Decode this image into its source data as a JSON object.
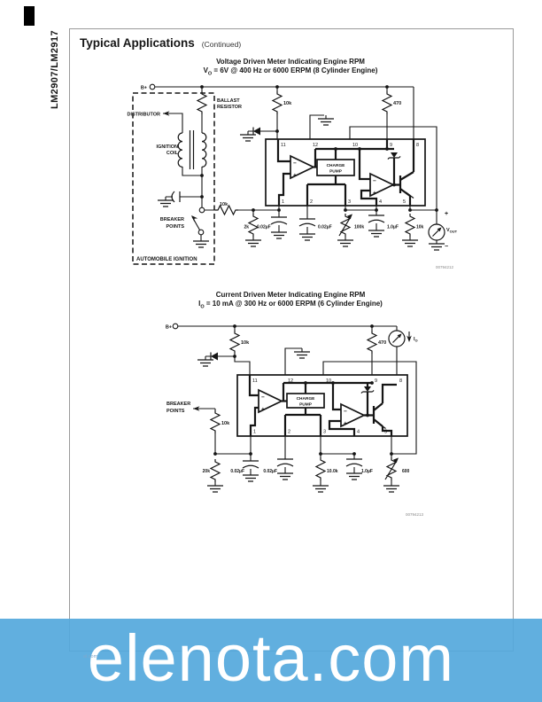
{
  "page": {
    "sidebar_title": "LM2907/LM2917",
    "section_title": "Typical Applications",
    "section_continued": "(Continued)",
    "banner_text": "elenota.com",
    "footer_fragment": "al.com"
  },
  "colors": {
    "banner_rgba": "rgba(84,168,220,0.92)",
    "ink": "#151515"
  },
  "circuit1": {
    "title": "Voltage Driven Meter Indicating Engine RPM",
    "cond_var": "V",
    "cond_sub": "O",
    "cond_rest": " = 6V @ 400 Hz or 6000 ERPM (8 Cylinder Engine)",
    "figure_code": "00794212",
    "pins_top": [
      "11",
      "12",
      "10",
      "9",
      "8"
    ],
    "pins_bottom": [
      "1",
      "2",
      "3",
      "4",
      "5"
    ],
    "labels": {
      "b_plus": "B+",
      "ballast_1": "BALLAST",
      "ballast_2": "RESISTOR",
      "distributor": "DISTRIBUTOR",
      "coil_1": "IGNITION",
      "coil_2": "COIL",
      "breaker_1": "BREAKER",
      "breaker_2": "POINTS",
      "box_label": "AUTOMOBILE IGNITION",
      "r_pullup": "10k",
      "r_collector": "470",
      "r_series": "10k",
      "r_bias": "2k",
      "c_input": "0.02µF",
      "c_pump": "0.02µF",
      "r_pot": "100k",
      "c_filter": "1.0µF",
      "r_load": "10k",
      "charge_1": "CHARGE",
      "charge_2": "PUMP",
      "plus": "+",
      "minus": "−",
      "vout_v": "V",
      "vout_sub": "OUT",
      "opamp_minus": "−",
      "opamp_plus": "+"
    }
  },
  "circuit2": {
    "title": "Current Driven Meter Indicating Engine RPM",
    "cond_var": "I",
    "cond_sub": "O",
    "cond_rest": " = 10 mA @ 300 Hz or 6000 ERPM (6 Cylinder Engine)",
    "figure_code": "00794213",
    "pins_top": [
      "11",
      "12",
      "10",
      "9",
      "8"
    ],
    "pins_bottom": [
      "1",
      "2",
      "3",
      "4",
      "5"
    ],
    "labels": {
      "b_plus": "B+",
      "r_top": "10k",
      "r_collector": "470",
      "io_i": "I",
      "io_sub": "O",
      "breaker_1": "BREAKER",
      "breaker_2": "POINTS",
      "r_in": "10k",
      "r_20k": "20k",
      "c_input": "0.02µF",
      "c_pump": "0.02µF",
      "r_filter": "10.0k",
      "c_filter": "1.0µF",
      "r_cal": "600",
      "charge_1": "CHARGE",
      "charge_2": "PUMP",
      "opamp_minus": "−",
      "opamp_plus": "+"
    }
  }
}
